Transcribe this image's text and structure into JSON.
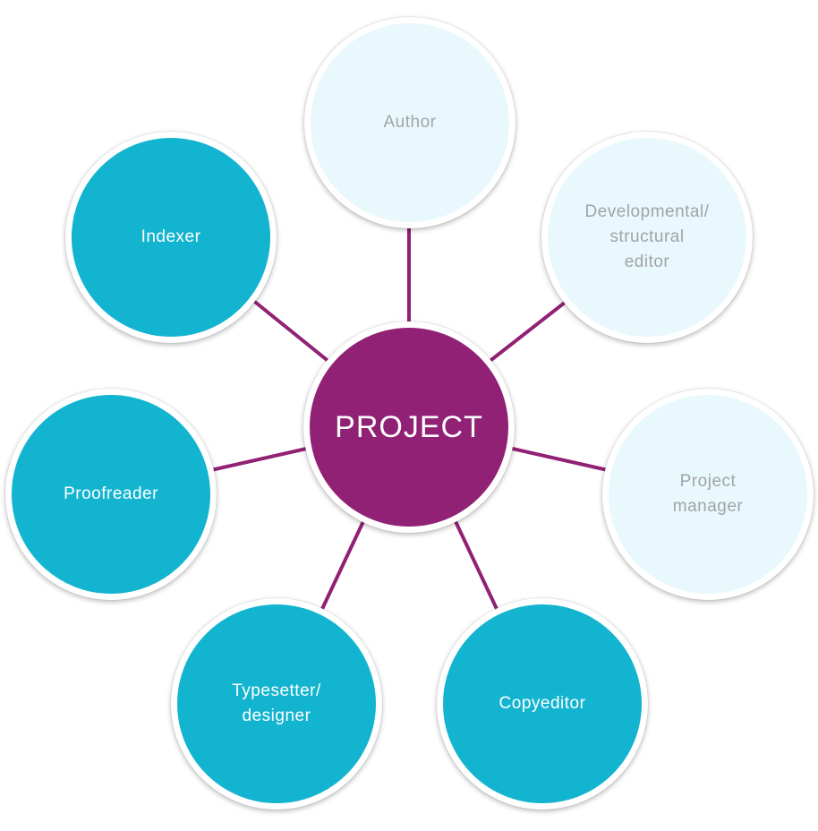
{
  "diagram": {
    "center": {
      "label": "PROJECT"
    },
    "nodes": [
      {
        "id": "author",
        "label": "Author",
        "style": "light"
      },
      {
        "id": "developmental-editor",
        "label": "Developmental/\nstructural\neditor",
        "style": "light"
      },
      {
        "id": "project-manager",
        "label": "Project\nmanager",
        "style": "light"
      },
      {
        "id": "copyeditor",
        "label": "Copyeditor",
        "style": "dark"
      },
      {
        "id": "typesetter-designer",
        "label": "Typesetter/\ndesigner",
        "style": "dark"
      },
      {
        "id": "proofreader",
        "label": "Proofreader",
        "style": "dark"
      },
      {
        "id": "indexer",
        "label": "Indexer",
        "style": "dark"
      }
    ]
  },
  "colors": {
    "center": "#912174",
    "connector": "#912174",
    "dark_node": "#13b4d0",
    "light_node": "#e9f8fc",
    "light_text": "#a0a4a8"
  }
}
